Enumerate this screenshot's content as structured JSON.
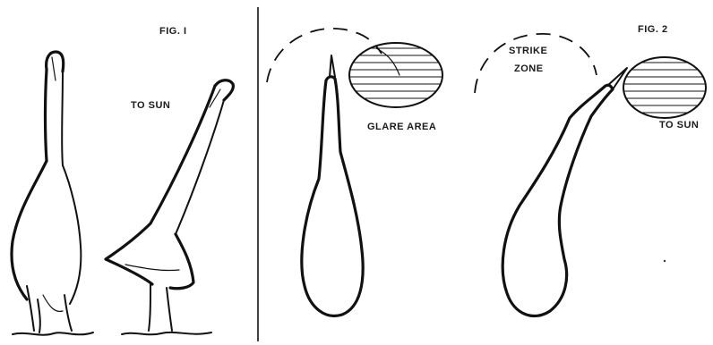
{
  "figures": {
    "fig1": {
      "label": "FIG. I",
      "sun_label": "TO SUN"
    },
    "fig2": {
      "label": "FIG. 2",
      "glare_label": "GLARE AREA",
      "strike_line1": "STRIKE",
      "strike_line2": "ZONE",
      "sun_label": "TO SUN"
    }
  }
}
